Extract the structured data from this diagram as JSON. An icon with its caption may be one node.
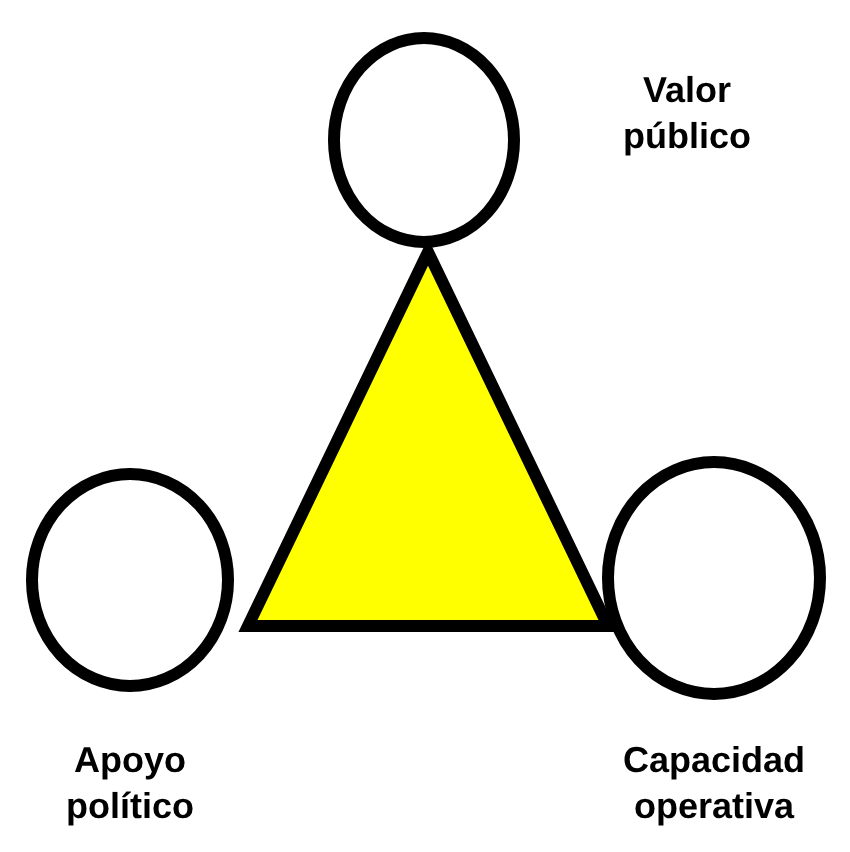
{
  "diagram": {
    "nodes": [
      {
        "text": [],
        "shape": "circle",
        "beside": [
          "Valor público"
        ]
      },
      {
        "text": [],
        "shape": "circle",
        "beside": [
          "Apoyo político"
        ]
      },
      {
        "text": [],
        "shape": "circle",
        "beside": [
          "Capacidad operativa"
        ]
      },
      {
        "text": [],
        "shape": "triangle"
      }
    ]
  }
}
